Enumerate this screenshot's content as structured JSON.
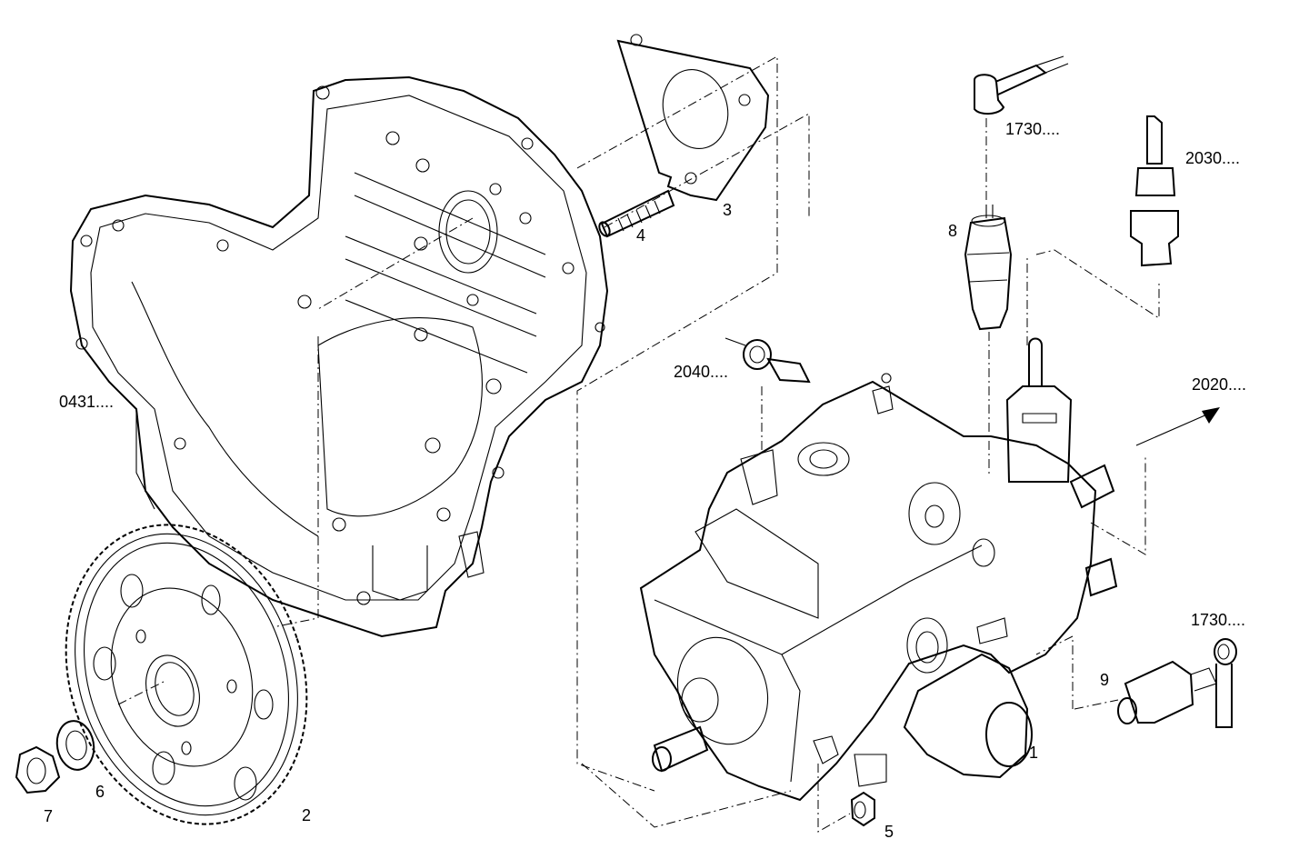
{
  "diagram": {
    "type": "exploded-parts-view",
    "callouts": [
      {
        "id": "1",
        "text": "1",
        "part": "injection-pump"
      },
      {
        "id": "2",
        "text": "2",
        "part": "gear"
      },
      {
        "id": "3",
        "text": "3",
        "part": "gasket"
      },
      {
        "id": "4",
        "text": "4",
        "part": "stud"
      },
      {
        "id": "5",
        "text": "5",
        "part": "nut"
      },
      {
        "id": "6",
        "text": "6",
        "part": "washer"
      },
      {
        "id": "7",
        "text": "7",
        "part": "hex-nut"
      },
      {
        "id": "8",
        "text": "8",
        "part": "solenoid-valve"
      },
      {
        "id": "9",
        "text": "9",
        "part": "sensor"
      }
    ],
    "references": [
      {
        "id": "ref-0431",
        "text": "0431...."
      },
      {
        "id": "ref-1730-top",
        "text": "1730...."
      },
      {
        "id": "ref-2030",
        "text": "2030...."
      },
      {
        "id": "ref-2040",
        "text": "2040...."
      },
      {
        "id": "ref-2020",
        "text": "2020...."
      },
      {
        "id": "ref-1730-bottom",
        "text": "1730...."
      }
    ]
  }
}
